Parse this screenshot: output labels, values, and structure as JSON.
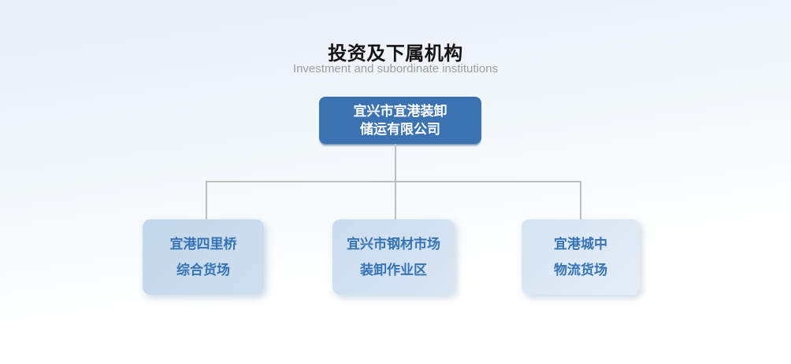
{
  "header": {
    "title": "投资及下属机构",
    "subtitle": "Investment and subordinate institutions"
  },
  "org_chart": {
    "type": "org-tree",
    "root": {
      "name": "宜兴市宜港装卸储运有限公司",
      "line1": "宜兴市宜港装卸",
      "line2": "储运有限公司"
    },
    "children": [
      {
        "name": "宜港四里桥综合货场",
        "line1": "宜港四里桥",
        "line2": "综合货场"
      },
      {
        "name": "宜兴市钢材市场装卸作业区",
        "line1": "宜兴市钢材市场",
        "line2": "装卸作业区"
      },
      {
        "name": "宜港城中物流货场",
        "line1": "宜港城中",
        "line2": "物流货场"
      }
    ]
  },
  "colors": {
    "root_box_bg": "#3a72b2",
    "root_box_text": "#ffffff",
    "child_box_bg_1": "#c8daec",
    "child_box_bg_2": "#d2e1f0",
    "child_box_bg_3": "#dde9f4",
    "child_box_text": "#3573b5",
    "connector": "#bfbfbf",
    "title_text": "#151515",
    "subtitle_text": "#9a9fa3",
    "background_top": "#e7eff7",
    "background_bottom": "#ffffff"
  }
}
